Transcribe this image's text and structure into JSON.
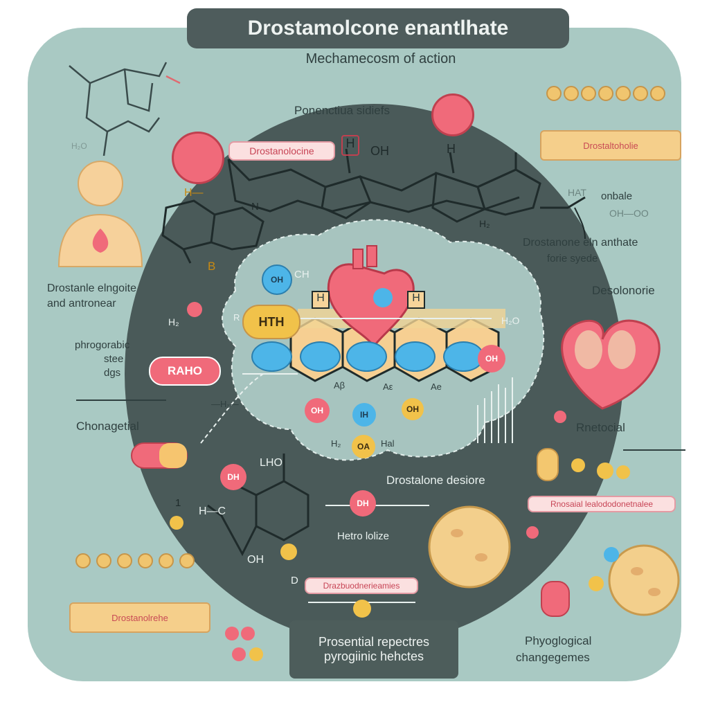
{
  "title": "Drostamolcone enantlhate",
  "subtitle": "Mechamecosm of action",
  "top_label": "Ponenctiua sidiefs",
  "chem_labels": {
    "oh_top": "OH",
    "h_top": "H",
    "h_boxed": "H",
    "left_h": "H—",
    "b_label": "B",
    "h2o_faint": "H₂O",
    "n_label": "N",
    "h_bottom": "H₂",
    "hat": "HAT",
    "onbale": "onbale",
    "oh_dd": "OH—OO",
    "ch_label": "CH",
    "oh_circle": "OH",
    "hth": "HTH",
    "r_label": "R",
    "ab_label": "Aβ",
    "a_label": "Aε",
    "ae_label": "Ae",
    "h2o_right": "H₂O",
    "oh_pink": "OH",
    "oh_red": "OH",
    "ih_blue": "IH",
    "oh_yellow": "OH",
    "ha_left": "H₂",
    "ha_right": "Hal",
    "oa_label": "OA",
    "h_left2": "H",
    "h_mid": "H",
    "he_arrow": "H₂",
    "lho": "LHO",
    "h_c": "H—C",
    "one": "1",
    "oh_ring": "OH",
    "di_left": "DH",
    "di_mid": "DH",
    "d_label": "D"
  },
  "labels": {
    "drostan_pill": "Drostanolocine",
    "drostan_right_top": "Drostanone eln anthate",
    "drostan_right_top2": "forie syede",
    "desolonie": "Desolonorie",
    "left_block1": "Drostanle elngoite",
    "left_block2": "and antronear",
    "phrogorabic1": "phrogorabic",
    "phrogorabic2": "stee",
    "phrogorabic3": "dgs",
    "raho": "RAHO",
    "chonagetial": "Chonagetial",
    "hn_arrow": "—H₁—",
    "rnetocial": "Rnetocial",
    "drostalone_desore": "Drostalone desiore",
    "rnetocial_pill": "Rnosaial lealododonetnalee",
    "hetro": "Hetro lolize",
    "drazbro_pill": "Drazbuodnerieamies",
    "plank_top": "Drostaltoholie",
    "plank_bottom": "Drostanolrehe",
    "bottom_box1": "Prosential repectres",
    "bottom_box2": "pyrogiinic hehctes",
    "phyogical1": "Phyoglogical",
    "phyogical2": "changegemes"
  },
  "colors": {
    "frame": "#a9c9c3",
    "disc": "#4a5a59",
    "accent_pink": "#f06a7a",
    "accent_blue": "#4db5e8",
    "accent_yellow": "#f1c24a"
  }
}
